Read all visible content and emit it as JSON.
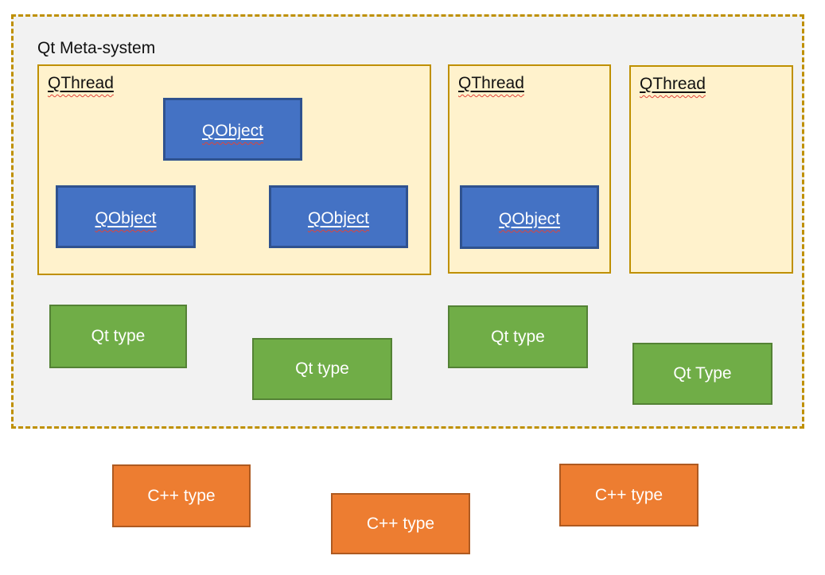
{
  "title": "Qt Meta-system",
  "colors": {
    "meta_bg": "#F2F2F2",
    "meta_border": "#BF9000",
    "thread_bg": "#FFF2CC",
    "thread_border": "#BF9000",
    "qobject_bg": "#4472C4",
    "qobject_border": "#2F528F",
    "qt_type_bg": "#70AD47",
    "qt_type_border": "#548235",
    "cpp_type_bg": "#ED7D31",
    "cpp_type_border": "#AE5A21",
    "spellcheck_underline": "#E0443A"
  },
  "threads": [
    {
      "label": "QThread",
      "objects": [
        {
          "label": "QObject"
        },
        {
          "label": "QObject"
        },
        {
          "label": "QObject"
        }
      ]
    },
    {
      "label": "QThread",
      "objects": [
        {
          "label": "QObject"
        }
      ]
    },
    {
      "label": "QThread",
      "objects": []
    }
  ],
  "qt_types": [
    {
      "label": "Qt type"
    },
    {
      "label": "Qt type"
    },
    {
      "label": "Qt type"
    },
    {
      "label": "Qt Type"
    }
  ],
  "cpp_types": [
    {
      "label": "C++ type"
    },
    {
      "label": "C++ type"
    },
    {
      "label": "C++ type"
    }
  ]
}
